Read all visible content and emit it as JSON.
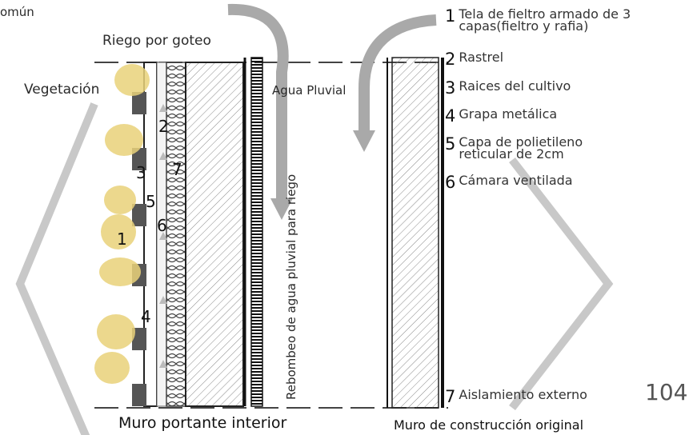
{
  "header_fragment": "omún",
  "labels": {
    "riego": "Riego por goteo",
    "vegetacion": "Vegetación",
    "agua": "Agua Pluvial",
    "rebombeo": "Rebombeo de agua pluvial para riego",
    "muro_interior": "Muro  portante interior",
    "muro_original": "Muro de construcción original",
    "page_number": "104"
  },
  "diagram_numbers": [
    "2",
    "3",
    "7",
    "5",
    "6",
    "1",
    "4"
  ],
  "legend": [
    {
      "n": "1",
      "text": "Tela de fieltro armado de 3 capas(fieltro y rafia)",
      "lines": [
        "Tela de fieltro armado de 3",
        "capas(fieltro y rafia)"
      ]
    },
    {
      "n": "2",
      "text": "Rastrel",
      "lines": [
        "Rastrel"
      ]
    },
    {
      "n": "3",
      "text": "Raices del cultivo",
      "lines": [
        "Raices del cultivo"
      ]
    },
    {
      "n": "4",
      "text": "Grapa metálica",
      "lines": [
        "Grapa metálica"
      ]
    },
    {
      "n": "5",
      "text": "Capa de polietileno reticular de 2cm",
      "lines": [
        "Capa de polietileno",
        "reticular de 2cm"
      ]
    },
    {
      "n": "6",
      "text": "Cámara ventilada",
      "lines": [
        "Cámara ventilada"
      ]
    },
    {
      "n": "7",
      "text": "Aislamiento externo",
      "lines": [
        "Aislamiento externo"
      ]
    }
  ],
  "colors": {
    "arrow": "#a9a9a9",
    "hatch": "#8a8a8a",
    "plant": "#e9d27a"
  }
}
